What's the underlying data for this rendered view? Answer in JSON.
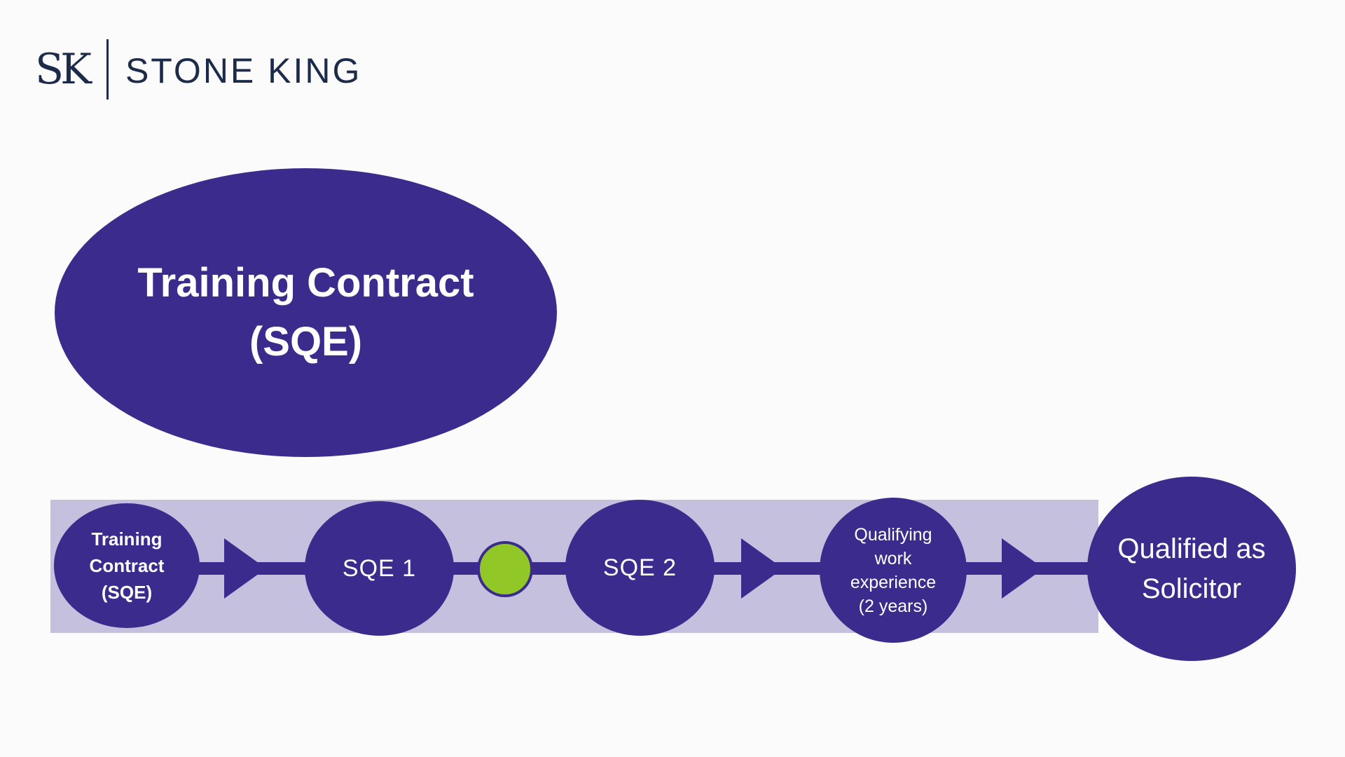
{
  "logo": {
    "mark": "SK",
    "name": "STONE KING"
  },
  "hero": {
    "line1": "Training Contract",
    "line2": "(SQE)"
  },
  "timeline": {
    "steps": {
      "trainingContract": {
        "line1": "Training",
        "line2": "Contract",
        "line3": "(SQE)"
      },
      "sqe1": {
        "label": "SQE 1"
      },
      "sqe2": {
        "label": "SQE 2"
      },
      "qualifyingWorkExperience": {
        "line1": "Qualifying",
        "line2": "work",
        "line3": "experience",
        "line4": "(2 years)"
      },
      "qualifiedAsSolicitor": {
        "line1": "Qualified as",
        "line2": "Solicitor"
      }
    }
  },
  "colors": {
    "primary_purple": "#3A2B8C",
    "band_lavender": "#C5C0DE",
    "accent_green": "#91C828",
    "logo_navy": "#1D2B4B",
    "text_white": "#FFFFFF"
  }
}
